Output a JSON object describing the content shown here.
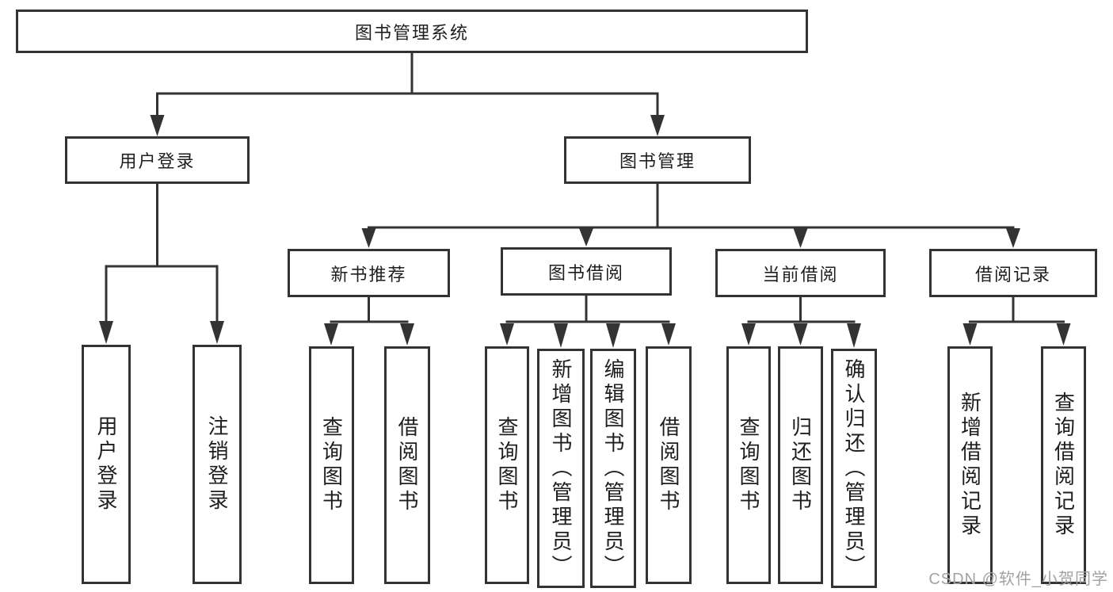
{
  "root": {
    "label": "图书管理系统"
  },
  "tree": {
    "user_login": {
      "label": "用户登录",
      "children": [
        {
          "label": "用户登录"
        },
        {
          "label": "注销登录"
        }
      ]
    },
    "book_management": {
      "label": "图书管理",
      "sections": {
        "new_book_recommendation": {
          "label": "新书推荐",
          "children": [
            {
              "label": "查询图书"
            },
            {
              "label": "借阅图书"
            }
          ]
        },
        "book_borrowing": {
          "label": "图书借阅",
          "children": [
            {
              "label": "查询图书"
            },
            {
              "label": "新增图书（管理员）"
            },
            {
              "label": "编辑图书（管理员）"
            },
            {
              "label": "借阅图书"
            }
          ]
        },
        "current_borrowing": {
          "label": "当前借阅",
          "children": [
            {
              "label": "查询图书"
            },
            {
              "label": "归还图书"
            },
            {
              "label": "确认归还（管理员）"
            }
          ]
        },
        "borrowing_records": {
          "label": "借阅记录",
          "children": [
            {
              "label": "新增借阅记录"
            },
            {
              "label": "查询借阅记录"
            }
          ]
        }
      }
    }
  },
  "watermark": {
    "label": "CSDN @软件_小贺同学"
  },
  "colors": {
    "line": "#333333",
    "box_border": "#333333",
    "text": "#1e1e1e",
    "watermark": "#a2a2a2",
    "background": "#ffffff"
  }
}
